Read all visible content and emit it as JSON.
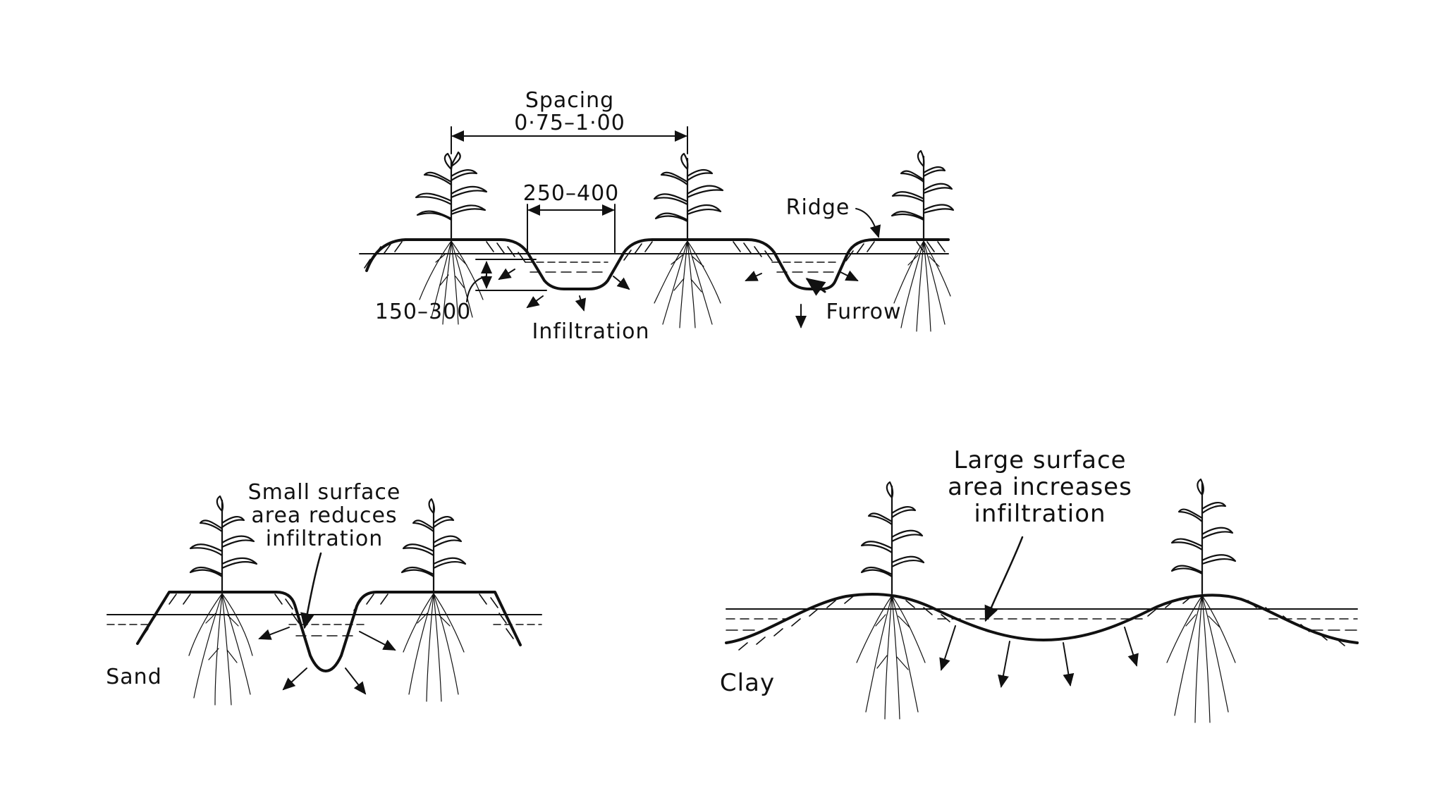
{
  "top_panel": {
    "spacing_label": "Spacing",
    "spacing_value": "0·75–1·00",
    "furrow_width": "250–400",
    "ridge_label": "Ridge",
    "depth_label": "150–300",
    "infiltration_label": "Infiltration",
    "furrow_label": "Furrow"
  },
  "sand_panel": {
    "note_line1": "Small surface",
    "note_line2": "area reduces",
    "note_line3": "infiltration",
    "soil_label": "Sand"
  },
  "clay_panel": {
    "note_line1": "Large surface",
    "note_line2": "area increases",
    "note_line3": "infiltration",
    "soil_label": "Clay"
  }
}
